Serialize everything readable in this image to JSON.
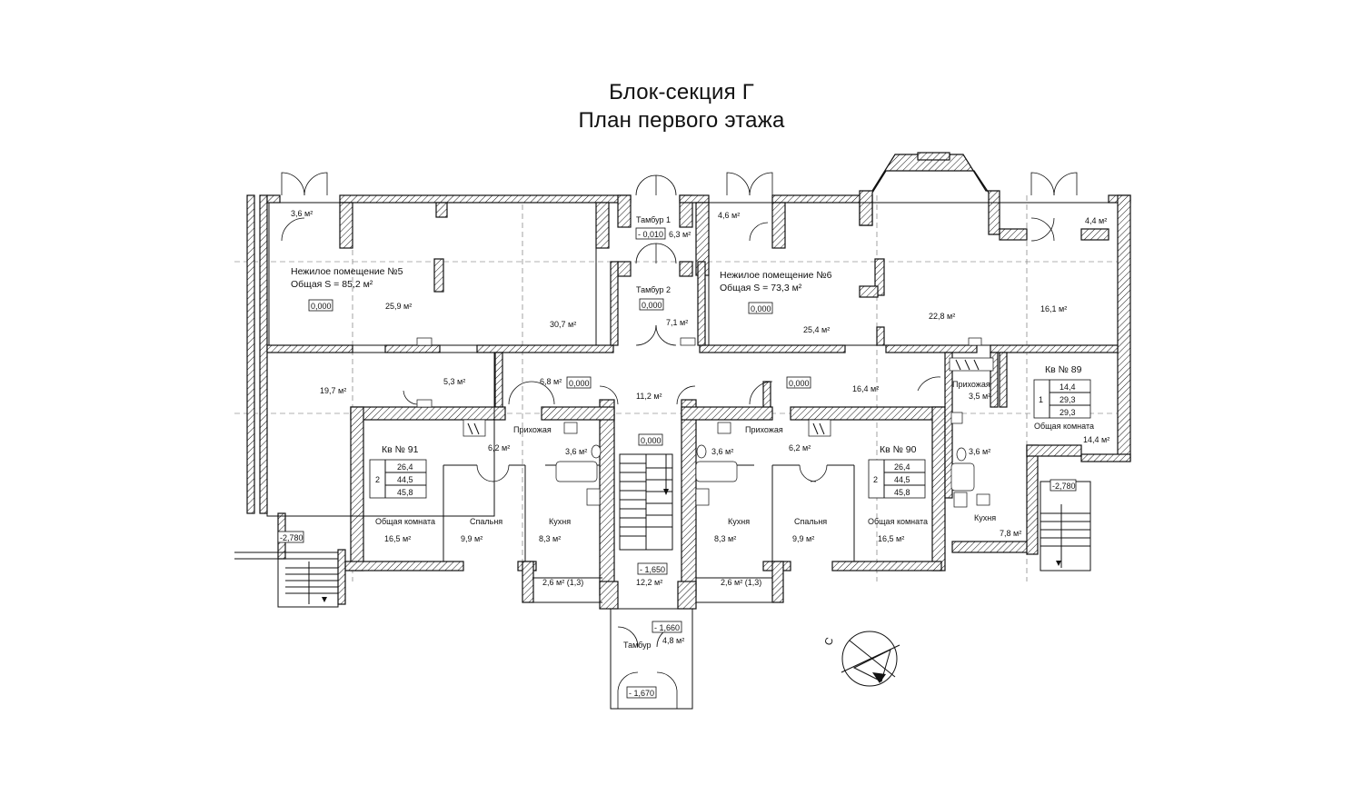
{
  "title": {
    "line1": "Блок-секция Г",
    "line2": "План первого этажа"
  },
  "compass_label": "С",
  "commercial": [
    {
      "name": "Нежилое помещение №5",
      "total": "Общая S = 85,2 м²",
      "level": "0,000"
    },
    {
      "name": "Нежилое помещение №6",
      "total": "Общая S = 73,3 м²",
      "level": "0,000"
    }
  ],
  "vestibules": {
    "t1_name": "Тамбур 1",
    "t1_level": "- 0,010",
    "t1_area": "6,3 м²",
    "t2_name": "Тамбур 2",
    "t2_level": "0,000",
    "t2_area": "7,1 м²",
    "t3_name": "Тамбур",
    "t3_area": "4,8 м²",
    "t3_level_top": "- 1,660",
    "t3_level_bottom": "- 1,670"
  },
  "areas": {
    "a3_6_left": "3,6 м²",
    "a25_9": "25,9 м²",
    "a30_7": "30,7 м²",
    "a19_7": "19,7 м²",
    "a5_3": "5,3 м²",
    "a6_8": "6,8 м²",
    "a11_2": "11,2 м²",
    "a4_6": "4,6 м²",
    "a4_4": "4,4 м²",
    "a25_4": "25,4 м²",
    "a22_8": "22,8 м²",
    "a16_1": "16,1 м²",
    "a16_4": "16,4 м²",
    "a12_2": "12,2 м²"
  },
  "levels": {
    "hall_left": "0,000",
    "hall_right": "0,000",
    "stair": "0,000",
    "landing": "- 1,650",
    "ext_left": "-2,780",
    "ext_right": "-2,780"
  },
  "apartments": [
    {
      "name": "Кв № 91",
      "rooms": "2",
      "table": [
        "26,4",
        "44,5",
        "45,8"
      ],
      "hall": "Прихожая",
      "hall_area": "6,2 м²",
      "bath_area": "3,6 м²",
      "living": "Общая комната",
      "living_area": "16,5 м²",
      "bed": "Спальня",
      "bed_area": "9,9 м²",
      "kitchen": "Кухня",
      "kitchen_area": "8,3 м²",
      "balcony": "2,6 м² (1,3)"
    },
    {
      "name": "Кв № 90",
      "rooms": "2",
      "table": [
        "26,4",
        "44,5",
        "45,8"
      ],
      "hall": "Прихожая",
      "hall_area": "6,2 м²",
      "bath_area": "3,6 м²",
      "living": "Общая комната",
      "living_area": "16,5 м²",
      "bed": "Спальня",
      "bed_area": "9,9 м²",
      "kitchen": "Кухня",
      "kitchen_area": "8,3 м²",
      "balcony": "2,6 м² (1,3)"
    },
    {
      "name": "Кв № 89",
      "rooms": "1",
      "table": [
        "14,4",
        "29,3",
        "29,3"
      ],
      "hall": "Прихожая",
      "hall_area": "3,5 м²",
      "bath_area": "3,6 м²",
      "living": "Общая комната",
      "living_area": "14,4 м²",
      "kitchen": "Кухня",
      "kitchen_area": "7,8 м²"
    }
  ]
}
